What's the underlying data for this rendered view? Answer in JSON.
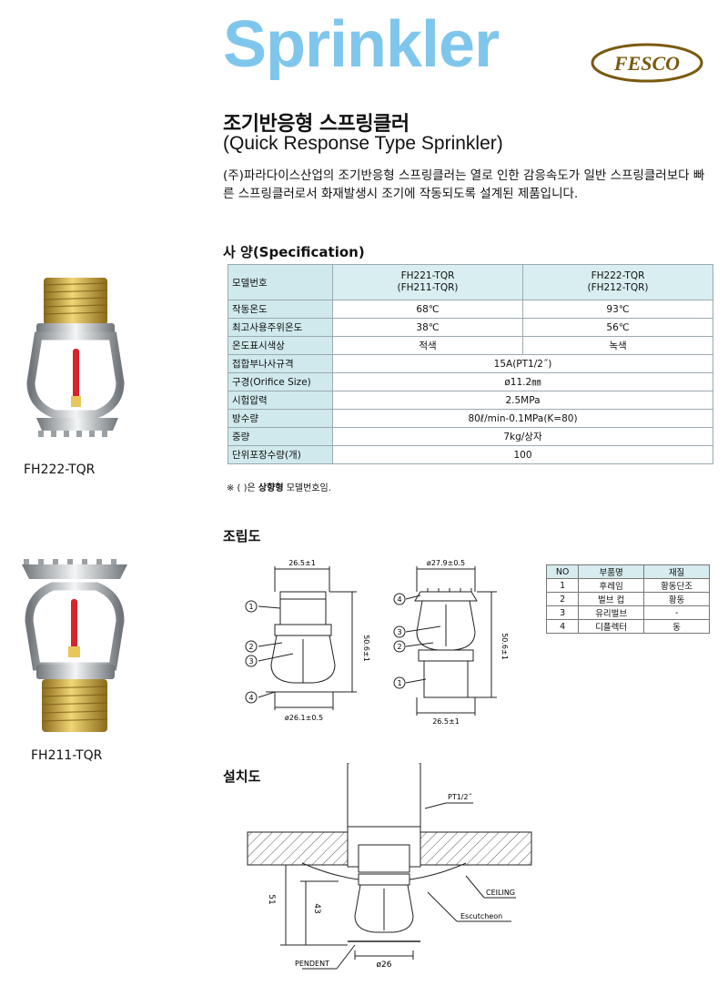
{
  "header": {
    "title": "Sprinkler",
    "logo_text": "FESCO"
  },
  "title": {
    "ko": "조기반응형 스프링클러",
    "en": "(Quick Response Type Sprinkler)"
  },
  "description": "(주)파라다이스산업의 조기반응형 스프링클러는 열로 인한 감응속도가 일반 스프링클러보다 빠른 스프링클러로서 화재발생시 조기에 작동되도록 설계된 제품입니다.",
  "spec": {
    "heading": "사 양(Specification)",
    "header_label": "모델번호",
    "model_a": "FH221-TQR",
    "model_a_sub": "(FH211-TQR)",
    "model_b": "FH222-TQR",
    "model_b_sub": "(FH212-TQR)",
    "rows_split": [
      {
        "label": "작동온도",
        "a": "68℃",
        "b": "93℃"
      },
      {
        "label": "최고사용주위온도",
        "a": "38℃",
        "b": "56℃"
      },
      {
        "label": "온도표시색상",
        "a": "적색",
        "b": "녹색"
      }
    ],
    "rows_merged": [
      {
        "label": "접합부나사규격",
        "value": "15A(PT1/2˝)"
      },
      {
        "label": "구경(Orifice Size)",
        "value": "ø11.2㎜"
      },
      {
        "label": "시험압력",
        "value": "2.5MPa"
      },
      {
        "label": "방수량",
        "value": "80ℓ/min-0.1MPa(K=80)"
      },
      {
        "label": "중량",
        "value": "7kg/상자"
      },
      {
        "label": "단위포장수량(개)",
        "value": "100"
      }
    ],
    "note_prefix": "※ ( )은 ",
    "note_bold": "상향형",
    "note_suffix": " 모델번호임."
  },
  "products": [
    {
      "caption": "FH222-TQR"
    },
    {
      "caption": "FH211-TQR"
    }
  ],
  "assembly": {
    "heading": "조립도",
    "dims": {
      "top_left": "26.5±1",
      "bottom_left": "ø26.1±0.5",
      "height_left": "50.6±1",
      "top_right": "ø27.9±0.5",
      "bottom_right": "26.5±1",
      "height_right": "50.6±1"
    },
    "markers": [
      "1",
      "2",
      "3",
      "4"
    ],
    "parts_header": [
      "NO",
      "부품명",
      "재질"
    ],
    "parts": [
      [
        "1",
        "후레임",
        "황동단조"
      ],
      [
        "2",
        "벌브 컵",
        "황동"
      ],
      [
        "3",
        "유리벌브",
        "-"
      ],
      [
        "4",
        "디플렉터",
        "동"
      ]
    ]
  },
  "install": {
    "heading": "설치도",
    "pt": "PT1/2˝",
    "ceiling": "CEILING",
    "escutcheon": "Escutcheon",
    "pendent": "PENDENT",
    "dim_total": "51",
    "dim_inner": "43",
    "dim_dia": "ø26"
  },
  "colors": {
    "title_blue": "#7fc6ec",
    "header_cell": "#cfe9ec",
    "logo": "#7a5a10",
    "brass": "#c9a23a",
    "bulb": "#d8232a"
  }
}
